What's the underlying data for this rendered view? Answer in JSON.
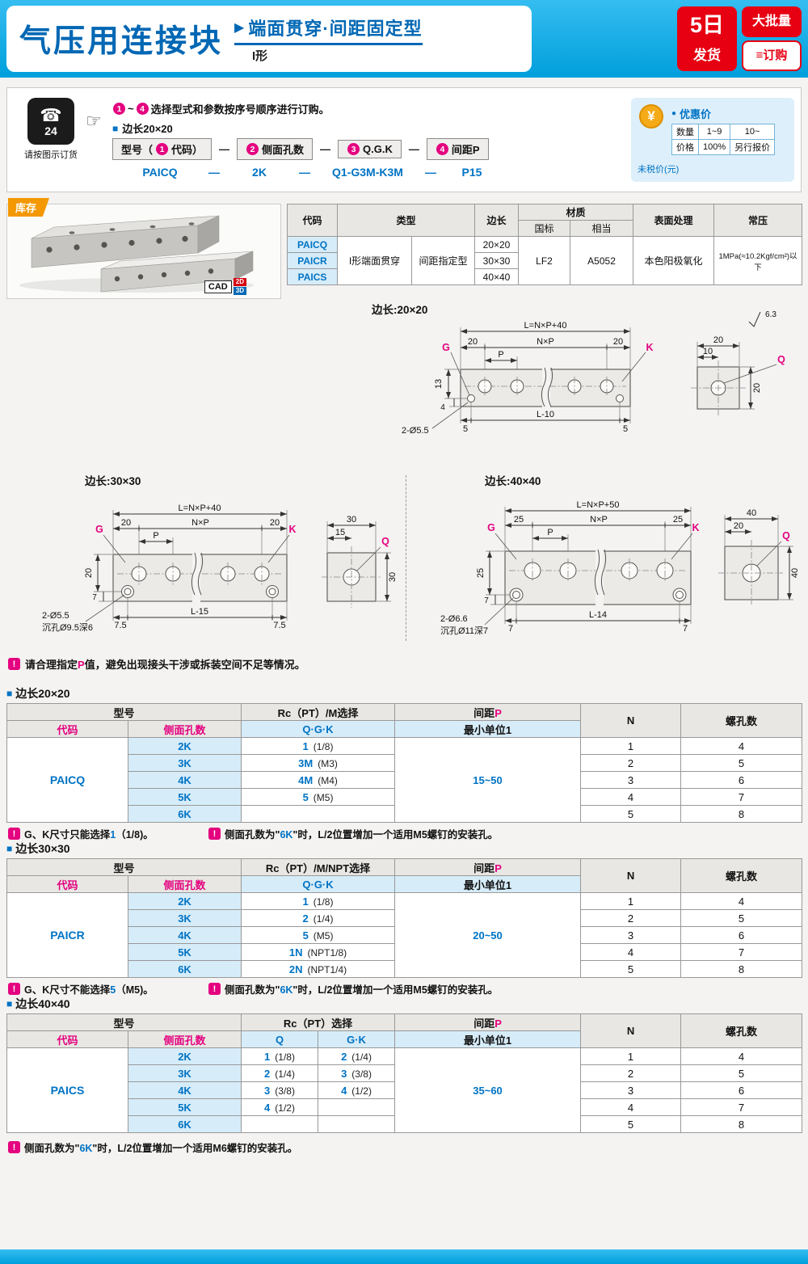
{
  "icons": {
    "note": "!"
  },
  "header": {
    "title": "气压用连接块",
    "arrow": "▶",
    "subtitle": "端面贯穿·间距固定型",
    "shape": "I形",
    "day_big": "5日",
    "day_small": "发货",
    "bulk": "大批量",
    "order_icon": "≡",
    "order": "订购"
  },
  "ordering": {
    "phone_icon": "☎",
    "phone_24": "24",
    "phone_label": "请按图示订货",
    "hand_icon": "☞",
    "step_from": "1",
    "tilde": "~",
    "step_to": "4",
    "instruction": "选择型式和参数按序号顺序进行订购。",
    "size_square": "■",
    "size_note": "边长20×20",
    "dash": "—",
    "f1_pre": "型号（",
    "f1_num": "1",
    "f1_post": "代码）",
    "f2_num": "2",
    "f2": "侧面孔数",
    "f3_num": "3",
    "f3": "Q.G.K",
    "f4_num": "4",
    "f4": "间距P",
    "ex_model": "PAICQ",
    "ex_holes": "2K",
    "ex_qgk": "Q1-G3M-K3M",
    "ex_pitch": "P15"
  },
  "price": {
    "yen": "¥",
    "dot": "●",
    "label": "优惠价",
    "qty_label": "数量",
    "qty1": "1~9",
    "qty2": "10~",
    "price_label": "价格",
    "p1": "100%",
    "p2": "另行报价",
    "tax_note": "未税价(元)"
  },
  "stock_badge": "库存",
  "cad": {
    "label": "CAD",
    "d2": "2D",
    "d3": "3D"
  },
  "spec": {
    "h_code": "代码",
    "h_type": "类型",
    "h_side": "边长",
    "h_material": "材质",
    "h_gb": "国标",
    "h_equiv": "相当",
    "h_surface": "表面处理",
    "h_pressure": "常压",
    "code1": "PAICQ",
    "code2": "PAICR",
    "code3": "PAICS",
    "type1": "I形端面贯穿",
    "type2": "间距指定型",
    "side1": "20×20",
    "side2": "30×30",
    "side3": "40×40",
    "gb": "LF2",
    "equiv": "A5052",
    "surface": "本色阳极氧化",
    "pressure": "1MPa(≈10.2Kgf/cm²)以下"
  },
  "drawA": {
    "title": "边长:20×20",
    "L": "L=N×P+40",
    "d1": "20",
    "dnp": "N×P",
    "d2": "20",
    "P": "P",
    "G": "G",
    "K": "K",
    "v1": "13",
    "v2": "4",
    "holes": "2-Ø5.5",
    "b1": "5",
    "b2": "L-10",
    "b3": "5",
    "e1": "20",
    "e2": "10",
    "Q": "Q",
    "e3": "20",
    "rough": "6.3"
  },
  "drawB": {
    "title": "边长:30×30",
    "L": "L=N×P+40",
    "d1": "20",
    "dnp": "N×P",
    "d2": "20",
    "P": "P",
    "G": "G",
    "K": "K",
    "v1": "20",
    "v2": "7",
    "holes": "2-Ø5.5",
    "cbore": "沉孔Ø9.5深6",
    "b1": "7.5",
    "b2": "L-15",
    "b3": "7.5",
    "e1": "30",
    "e2": "15",
    "Q": "Q",
    "e3": "30"
  },
  "drawC": {
    "title": "边长:40×40",
    "L": "L=N×P+50",
    "d1": "25",
    "dnp": "N×P",
    "d2": "25",
    "P": "P",
    "G": "G",
    "K": "K",
    "v1": "25",
    "v2": "7",
    "holes": "2-Ø6.6",
    "cbore": "沉孔Ø11深7",
    "b1": "7",
    "b2": "L-14",
    "b3": "7",
    "e1": "40",
    "e2": "20",
    "Q": "Q",
    "e3": "40"
  },
  "p_note": {
    "pre": "请合理指定",
    "hl": "P",
    "post": "值，避免出现接头干涉或拆装空间不足等情况。"
  },
  "t1": {
    "section_square": "■",
    "section": "边长20×20",
    "h_model": "型号",
    "h_thread": "Rc（PT）/M选择",
    "h_pitch_pre": "间距",
    "h_pitch_p": "P",
    "h_n": "N",
    "h_screws": "螺孔数",
    "h_code": "代码",
    "h_holes": "侧面孔数",
    "h_qgk": "Q·G·K",
    "h_min": "最小单位1",
    "code": "PAICQ",
    "pitch": "15~50",
    "rows": [
      {
        "holes": "2K",
        "t": "1",
        "ts": "(1/8)",
        "n": "1",
        "s": "4"
      },
      {
        "holes": "3K",
        "t": "3M",
        "ts": "(M3)",
        "n": "2",
        "s": "5"
      },
      {
        "holes": "4K",
        "t": "4M",
        "ts": "(M4)",
        "n": "3",
        "s": "6"
      },
      {
        "holes": "5K",
        "t": "5",
        "ts": "(M5)",
        "n": "4",
        "s": "7"
      },
      {
        "holes": "6K",
        "t": "",
        "ts": "",
        "n": "5",
        "s": "8"
      }
    ],
    "note1": {
      "pre": "G、K尺寸只能选择",
      "hl": "1",
      "post": "（1/8)。"
    },
    "note2": {
      "pre": "侧面孔数为\"",
      "hl": "6K",
      "post": "\"时，L/2位置增加一个适用M5螺钉的安装孔。"
    }
  },
  "t2": {
    "section_square": "■",
    "section": "边长30×30",
    "h_model": "型号",
    "h_thread": "Rc（PT）/M/NPT选择",
    "h_pitch_pre": "间距",
    "h_pitch_p": "P",
    "h_n": "N",
    "h_screws": "螺孔数",
    "h_code": "代码",
    "h_holes": "侧面孔数",
    "h_qgk": "Q·G·K",
    "h_min": "最小单位1",
    "code": "PAICR",
    "pitch": "20~50",
    "rows": [
      {
        "holes": "2K",
        "t": "1",
        "ts": "(1/8)",
        "n": "1",
        "s": "4"
      },
      {
        "holes": "3K",
        "t": "2",
        "ts": "(1/4)",
        "n": "2",
        "s": "5"
      },
      {
        "holes": "4K",
        "t": "5",
        "ts": "(M5)",
        "n": "3",
        "s": "6"
      },
      {
        "holes": "5K",
        "t": "1N",
        "ts": "(NPT1/8)",
        "n": "4",
        "s": "7"
      },
      {
        "holes": "6K",
        "t": "2N",
        "ts": "(NPT1/4)",
        "n": "5",
        "s": "8"
      }
    ],
    "note1": {
      "pre": "G、K尺寸不能选择",
      "hl": "5",
      "post": "（M5)。"
    },
    "note2": {
      "pre": "侧面孔数为\"",
      "hl": "6K",
      "post": "\"时，L/2位置增加一个适用M5螺钉的安装孔。"
    }
  },
  "t3": {
    "section_square": "■",
    "section": "边长40×40",
    "h_model": "型号",
    "h_thread": "Rc（PT）选择",
    "h_q": "Q",
    "h_gk": "G·K",
    "h_pitch_pre": "间距",
    "h_pitch_p": "P",
    "h_n": "N",
    "h_screws": "螺孔数",
    "h_code": "代码",
    "h_holes": "侧面孔数",
    "h_min": "最小单位1",
    "code": "PAICS",
    "pitch": "35~60",
    "rows": [
      {
        "holes": "2K",
        "q": "1",
        "qs": "(1/8)",
        "g": "2",
        "gs": "(1/4)",
        "n": "1",
        "s": "4"
      },
      {
        "holes": "3K",
        "q": "2",
        "qs": "(1/4)",
        "g": "3",
        "gs": "(3/8)",
        "n": "2",
        "s": "5"
      },
      {
        "holes": "4K",
        "q": "3",
        "qs": "(3/8)",
        "g": "4",
        "gs": "(1/2)",
        "n": "3",
        "s": "6"
      },
      {
        "holes": "5K",
        "q": "4",
        "qs": "(1/2)",
        "g": "",
        "gs": "",
        "n": "4",
        "s": "7"
      },
      {
        "holes": "6K",
        "q": "",
        "qs": "",
        "g": "",
        "gs": "",
        "n": "5",
        "s": "8"
      }
    ],
    "note": {
      "pre": "侧面孔数为\"",
      "hl": "6K",
      "post": "\"时，L/2位置增加一个适用M6螺钉的安装孔。"
    }
  }
}
